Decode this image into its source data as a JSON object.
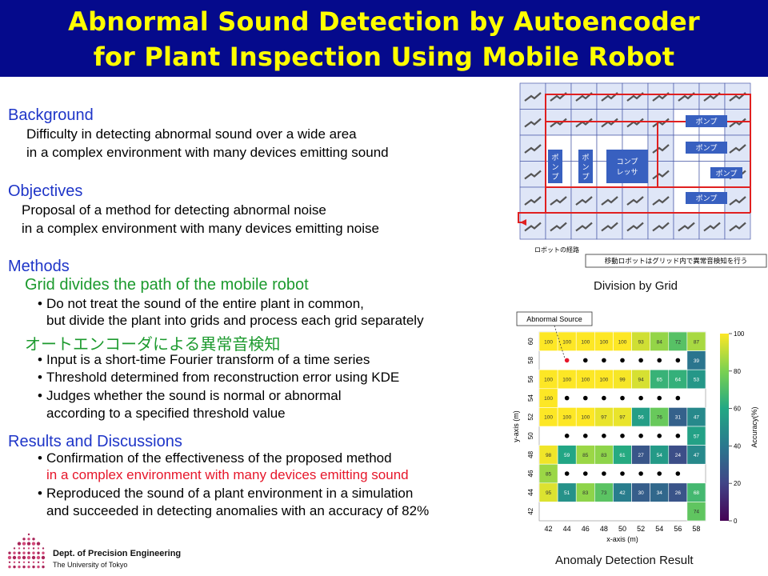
{
  "title": {
    "line1": "Abnormal Sound Detection by Autoencoder",
    "line2": "for Plant Inspection Using Mobile Robot"
  },
  "sections": {
    "background": {
      "heading": "Background",
      "lines": [
        "Difficulty in detecting abnormal sound over a wide area",
        "in a complex environment with many devices emitting sound"
      ]
    },
    "objectives": {
      "heading": "Objectives",
      "lines": [
        "Proposal of a method for detecting abnormal noise",
        "in a complex environment with many devices emitting noise"
      ]
    },
    "methods": {
      "heading": "Methods",
      "sub1": "Grid divides the path of the mobile robot",
      "bullet1_line1": "Do not treat the sound of the entire plant in common,",
      "bullet1_line2": "but divide the plant into grids and process each grid separately",
      "sub2": "オートエンコーダによる異常音検知",
      "bullet2": "Input is a short-time Fourier transform of a time series",
      "bullet3": "Threshold determined from reconstruction error using KDE",
      "bullet4_line1": "Judges whether the sound is normal or abnormal",
      "bullet4_line2": "according to a specified threshold value"
    },
    "results": {
      "heading": "Results and Discussions",
      "bullet1_line1": "Confirmation of the effectiveness of the proposed method",
      "bullet1_line2": "in a complex environment with many devices emitting sound",
      "bullet2_line1": "Reproduced the sound of a plant environment in a simulation",
      "bullet2_line2": "and succeeded in detecting anomalies with an accuracy of 82%"
    }
  },
  "grid_figure": {
    "caption": "Division by Grid",
    "pump_label": "ポンプ",
    "compressor_line1": "コンプ",
    "compressor_line2": "レッサ",
    "robot_path_label": "ロボットの経路",
    "note": "移動ロボットはグリッド内で異常音検知を行う"
  },
  "heatmap": {
    "caption": "Anomaly Detection Result",
    "abnormal_source_label": "Abnormal Source"
  },
  "logo": {
    "line1": "Dept. of Precision Engineering",
    "line2": "The University of Tokyo"
  },
  "colors": {
    "banner": "#050a8c",
    "title": "#ffff00",
    "heading_blue": "#1e35c8",
    "heading_green": "#1c9a2e",
    "highlight_red": "#e6162a"
  },
  "chart_data": {
    "type": "heatmap",
    "xlabel": "x-axis (m)",
    "ylabel": "y-axis (m)",
    "x": [
      42,
      44,
      46,
      48,
      50,
      52,
      54,
      56,
      58
    ],
    "y": [
      42,
      44,
      46,
      48,
      50,
      52,
      54,
      56,
      58,
      60
    ],
    "colorbar_label": "Accuracy(%)",
    "colorbar_ticks": [
      0,
      20,
      40,
      60,
      80,
      100
    ],
    "colorbar_range": [
      0,
      100
    ],
    "rows": [
      {
        "y": 60,
        "cells": [
          {
            "x": 42,
            "v": 100
          },
          {
            "x": 44,
            "v": 100
          },
          {
            "x": 46,
            "v": 100
          },
          {
            "x": 48,
            "v": 100
          },
          {
            "x": 50,
            "v": 100
          },
          {
            "x": 52,
            "v": 93
          },
          {
            "x": 54,
            "v": 84
          },
          {
            "x": 56,
            "v": 72
          },
          {
            "x": 58,
            "v": 87
          }
        ]
      },
      {
        "y": 58,
        "cells": [
          {
            "x": 58,
            "v": 39
          }
        ]
      },
      {
        "y": 56,
        "cells": [
          {
            "x": 42,
            "v": 100
          },
          {
            "x": 44,
            "v": 100
          },
          {
            "x": 46,
            "v": 100
          },
          {
            "x": 48,
            "v": 100
          },
          {
            "x": 50,
            "v": 99
          },
          {
            "x": 52,
            "v": 94
          },
          {
            "x": 54,
            "v": 65
          },
          {
            "x": 56,
            "v": 64
          },
          {
            "x": 58,
            "v": 53
          }
        ]
      },
      {
        "y": 54,
        "cells": [
          {
            "x": 42,
            "v": 100
          }
        ]
      },
      {
        "y": 52,
        "cells": [
          {
            "x": 42,
            "v": 100
          },
          {
            "x": 44,
            "v": 100
          },
          {
            "x": 46,
            "v": 100
          },
          {
            "x": 48,
            "v": 97
          },
          {
            "x": 50,
            "v": 97
          },
          {
            "x": 52,
            "v": 56
          },
          {
            "x": 54,
            "v": 76
          },
          {
            "x": 56,
            "v": 31
          },
          {
            "x": 58,
            "v": 47
          }
        ]
      },
      {
        "y": 50,
        "cells": [
          {
            "x": 58,
            "v": 57
          }
        ]
      },
      {
        "y": 48,
        "cells": [
          {
            "x": 42,
            "v": 98
          },
          {
            "x": 44,
            "v": 59
          },
          {
            "x": 46,
            "v": 85
          },
          {
            "x": 48,
            "v": 83
          },
          {
            "x": 50,
            "v": 61
          },
          {
            "x": 52,
            "v": 27
          },
          {
            "x": 54,
            "v": 54
          },
          {
            "x": 56,
            "v": 24
          },
          {
            "x": 58,
            "v": 47
          }
        ]
      },
      {
        "y": 46,
        "cells": [
          {
            "x": 42,
            "v": 85
          }
        ]
      },
      {
        "y": 44,
        "cells": [
          {
            "x": 42,
            "v": 95
          },
          {
            "x": 44,
            "v": 51
          },
          {
            "x": 46,
            "v": 83
          },
          {
            "x": 48,
            "v": 73
          },
          {
            "x": 50,
            "v": 42
          },
          {
            "x": 52,
            "v": 30
          },
          {
            "x": 54,
            "v": 34
          },
          {
            "x": 56,
            "v": 26
          },
          {
            "x": 58,
            "v": 68
          }
        ]
      },
      {
        "y": 42,
        "cells": [
          {
            "x": 58,
            "v": 74
          }
        ]
      }
    ],
    "markers": [
      {
        "x": 44,
        "y": 58,
        "color": "#e6162a"
      },
      {
        "x": 46,
        "y": 58
      },
      {
        "x": 48,
        "y": 58
      },
      {
        "x": 50,
        "y": 58
      },
      {
        "x": 52,
        "y": 58
      },
      {
        "x": 54,
        "y": 58
      },
      {
        "x": 56,
        "y": 58
      },
      {
        "x": 44,
        "y": 54
      },
      {
        "x": 46,
        "y": 54
      },
      {
        "x": 48,
        "y": 54
      },
      {
        "x": 50,
        "y": 54
      },
      {
        "x": 52,
        "y": 54
      },
      {
        "x": 54,
        "y": 54
      },
      {
        "x": 56,
        "y": 54
      },
      {
        "x": 44,
        "y": 50
      },
      {
        "x": 46,
        "y": 50
      },
      {
        "x": 48,
        "y": 50
      },
      {
        "x": 50,
        "y": 50
      },
      {
        "x": 52,
        "y": 50
      },
      {
        "x": 54,
        "y": 50
      },
      {
        "x": 56,
        "y": 50
      },
      {
        "x": 44,
        "y": 46
      },
      {
        "x": 46,
        "y": 46
      },
      {
        "x": 48,
        "y": 46
      },
      {
        "x": 50,
        "y": 46
      },
      {
        "x": 52,
        "y": 46
      },
      {
        "x": 54,
        "y": 46
      },
      {
        "x": 56,
        "y": 46
      }
    ]
  }
}
